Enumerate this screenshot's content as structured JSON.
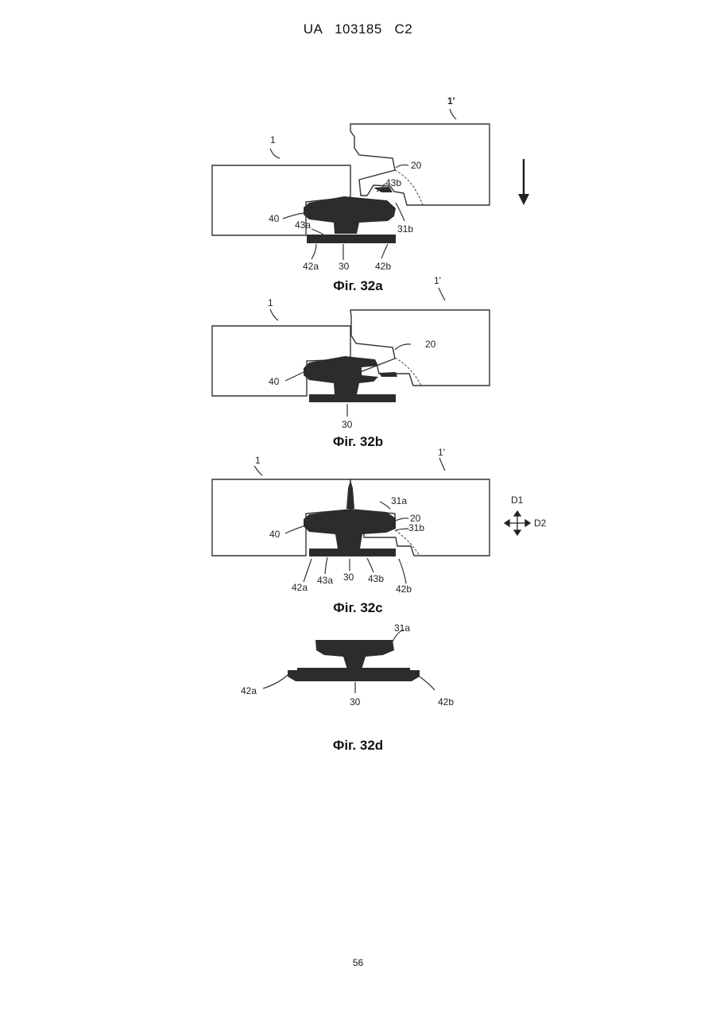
{
  "header": {
    "doc_id": "UA   103185   C2"
  },
  "page_number": "56",
  "figures": [
    {
      "caption": "Фіг. 32a",
      "labels": {
        "panel_left": "1",
        "panel_right": "1'",
        "wedge": "20",
        "notch": "43b",
        "lip": "31b",
        "tongue": "40",
        "groove_a": "43a",
        "foot_a": "42a",
        "center": "30",
        "foot_b": "42b"
      }
    },
    {
      "caption": "Фіг. 32b",
      "labels": {
        "panel_left": "1",
        "panel_right": "1'",
        "wedge": "20",
        "tongue": "40",
        "center": "30"
      }
    },
    {
      "caption": "Фіг. 32c",
      "labels": {
        "panel_left": "1",
        "panel_right": "1'",
        "head": "31a",
        "wedge": "20",
        "lip": "31b",
        "tongue": "40",
        "foot_a": "42a",
        "groove_a": "43a",
        "center": "30",
        "notch": "43b",
        "foot_b": "42b",
        "dir1": "D1",
        "dir2": "D2"
      }
    },
    {
      "caption": "Фіг. 32d",
      "labels": {
        "head": "31a",
        "foot_a": "42a",
        "center": "30",
        "foot_b": "42b"
      }
    }
  ],
  "icons": {
    "motion_arrow": "down-arrow-icon",
    "direction": "four-way-arrow-icon"
  }
}
